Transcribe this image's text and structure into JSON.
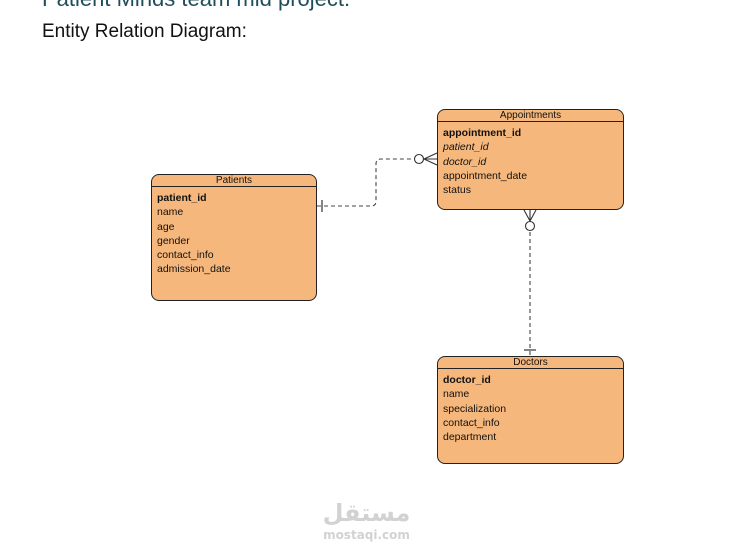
{
  "document": {
    "title": "Patient Minds team mid project:",
    "section_label": "Entity Relation Diagram:"
  },
  "entities": {
    "patients": {
      "name": "Patients",
      "fields": [
        {
          "name": "patient_id",
          "key": "pk"
        },
        {
          "name": "name",
          "key": ""
        },
        {
          "name": "age",
          "key": ""
        },
        {
          "name": "gender",
          "key": ""
        },
        {
          "name": "contact_info",
          "key": ""
        },
        {
          "name": "admission_date",
          "key": ""
        }
      ]
    },
    "appointments": {
      "name": "Appointments",
      "fields": [
        {
          "name": "appointment_id",
          "key": "pk"
        },
        {
          "name": "patient_id",
          "key": "fk"
        },
        {
          "name": "doctor_id",
          "key": "fk"
        },
        {
          "name": "appointment_date",
          "key": ""
        },
        {
          "name": "status",
          "key": ""
        }
      ]
    },
    "doctors": {
      "name": "Doctors",
      "fields": [
        {
          "name": "doctor_id",
          "key": "pk"
        },
        {
          "name": "name",
          "key": ""
        },
        {
          "name": "specialization",
          "key": ""
        },
        {
          "name": "contact_info",
          "key": ""
        },
        {
          "name": "department",
          "key": ""
        }
      ]
    }
  },
  "relationships": [
    {
      "from": "patients",
      "to": "appointments",
      "from_cardinality": "exactly-one",
      "to_cardinality": "zero-or-many",
      "line_style": "dashed"
    },
    {
      "from": "doctors",
      "to": "appointments",
      "from_cardinality": "exactly-one",
      "to_cardinality": "zero-or-many",
      "line_style": "dashed"
    }
  ],
  "colors": {
    "entity_fill": "#f5b77b",
    "entity_stroke": "#222222",
    "title_color": "#1f4e5a",
    "watermark": "#d2d2d2"
  },
  "watermark": {
    "logo_text": "مستقل",
    "url": "mostaqi.com"
  }
}
